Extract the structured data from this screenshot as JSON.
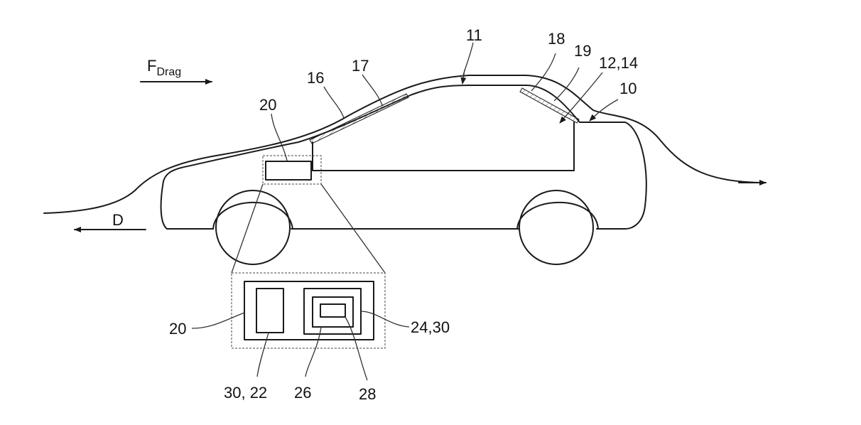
{
  "labels": {
    "drag_force": "F",
    "drag_force_sub": "Drag",
    "direction": "D",
    "vehicle": "10",
    "roof": "11",
    "interior": "12,14",
    "windshield": "16",
    "windshield_layer": "17",
    "rear_window": "18",
    "rear_window_layer": "19",
    "control_unit": "20",
    "detail_control_unit": "20",
    "detail_module": "24,30",
    "detail_component_left": "30, 22",
    "detail_component_mid": "26",
    "detail_component_inner": "28"
  },
  "colors": {
    "line": "#1a1a1a",
    "background": "#ffffff"
  }
}
